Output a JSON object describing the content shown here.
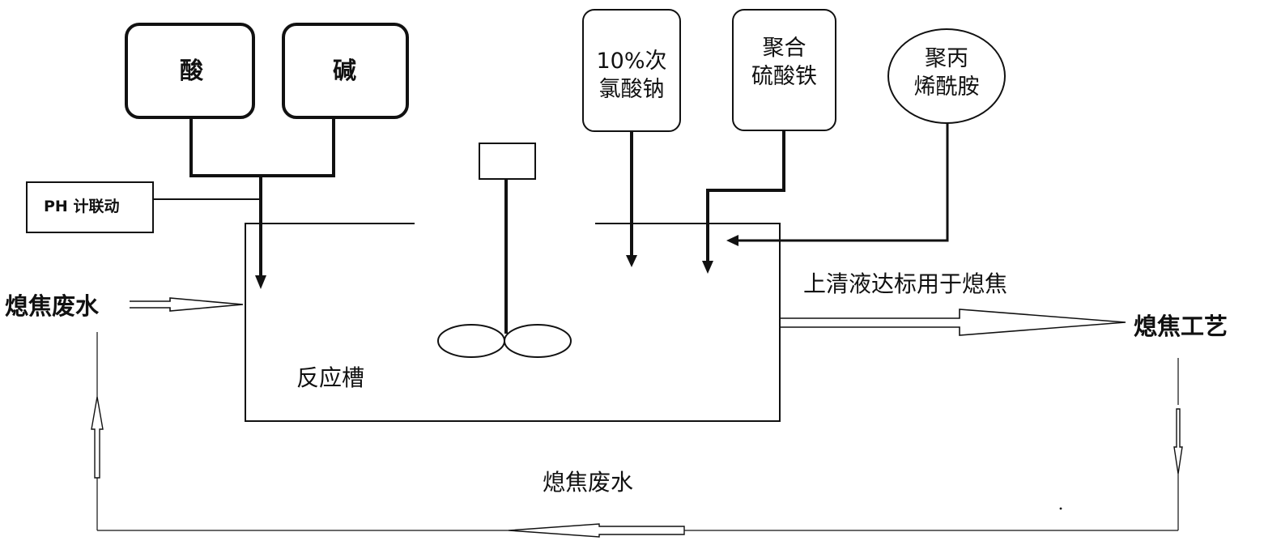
{
  "tanks": {
    "acid": "酸",
    "alkali": "碱"
  },
  "ph_controller": "PH 计联动",
  "reagents": {
    "hypochlorite_line1": "10%次",
    "hypochlorite_line2": "氯酸钠",
    "ferric_line1": "聚合",
    "ferric_line2": "硫酸铁",
    "pam_line1": "聚丙",
    "pam_line2": "烯酰胺"
  },
  "reactor": "反应槽",
  "inflow_label": "熄焦废水",
  "supernatant_label": "上清液达标用于熄焦",
  "process_label": "熄焦工艺",
  "return_label": "熄焦废水",
  "colors": {
    "stroke": "#111111",
    "background": "#ffffff"
  }
}
